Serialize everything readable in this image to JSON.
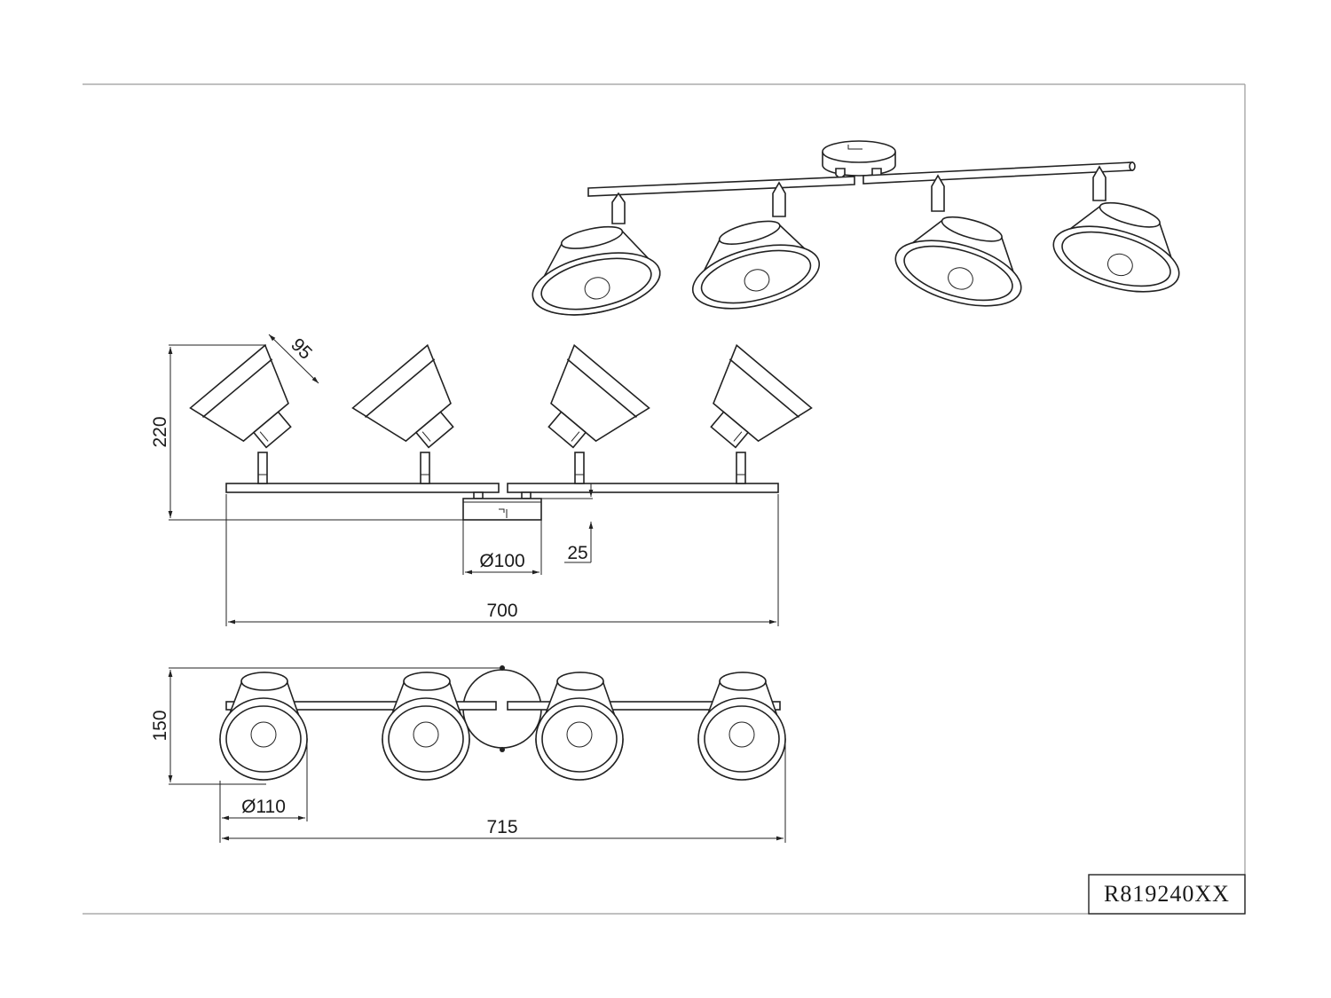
{
  "drawing": {
    "model_code": "R819240XX",
    "side_view": {
      "height_label": "220",
      "shade_depth_label": "95",
      "canopy_diameter_label": "Ø100",
      "canopy_height_label": "25",
      "bar_length_label": "700"
    },
    "top_view": {
      "height_label": "150",
      "shade_diameter_label": "Ø110",
      "overall_length_label": "715"
    }
  }
}
